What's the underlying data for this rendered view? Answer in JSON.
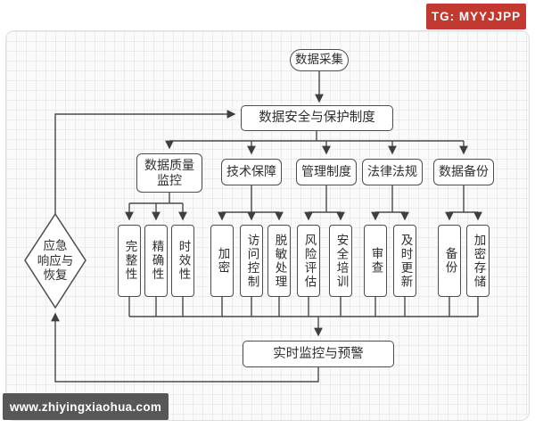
{
  "badge": {
    "label": "TG: MYYJJPP",
    "bg_color": "#c2392f",
    "text_color": "#ffffff"
  },
  "watermark": {
    "label": "www.zhiyingxiaohua.com",
    "bg_color": "#575757",
    "text_color": "#ffffff"
  },
  "flowchart": {
    "line_color": "#4a4a4a",
    "node_border_color": "#4d4d4d",
    "node_fill": "#ffffff",
    "start": {
      "label": "数据采集"
    },
    "policy": {
      "label": "数据安全与保护制度"
    },
    "monitor": {
      "label": "实时监控与预警"
    },
    "emergency": {
      "lines": [
        "应急",
        "响应与",
        "恢复"
      ]
    },
    "categories": [
      {
        "label": "数据质量监控",
        "children": [
          "完整性",
          "精确性",
          "时效性"
        ]
      },
      {
        "label": "技术保障",
        "children": [
          "加密",
          "访问控制",
          "脱敏处理"
        ]
      },
      {
        "label": "管理制度",
        "children": [
          "风险评估",
          "安全培训"
        ]
      },
      {
        "label": "法律法规",
        "children": [
          "审查",
          "及时更新"
        ]
      },
      {
        "label": "数据备份",
        "children": [
          "备份",
          "加密存储"
        ]
      }
    ]
  }
}
